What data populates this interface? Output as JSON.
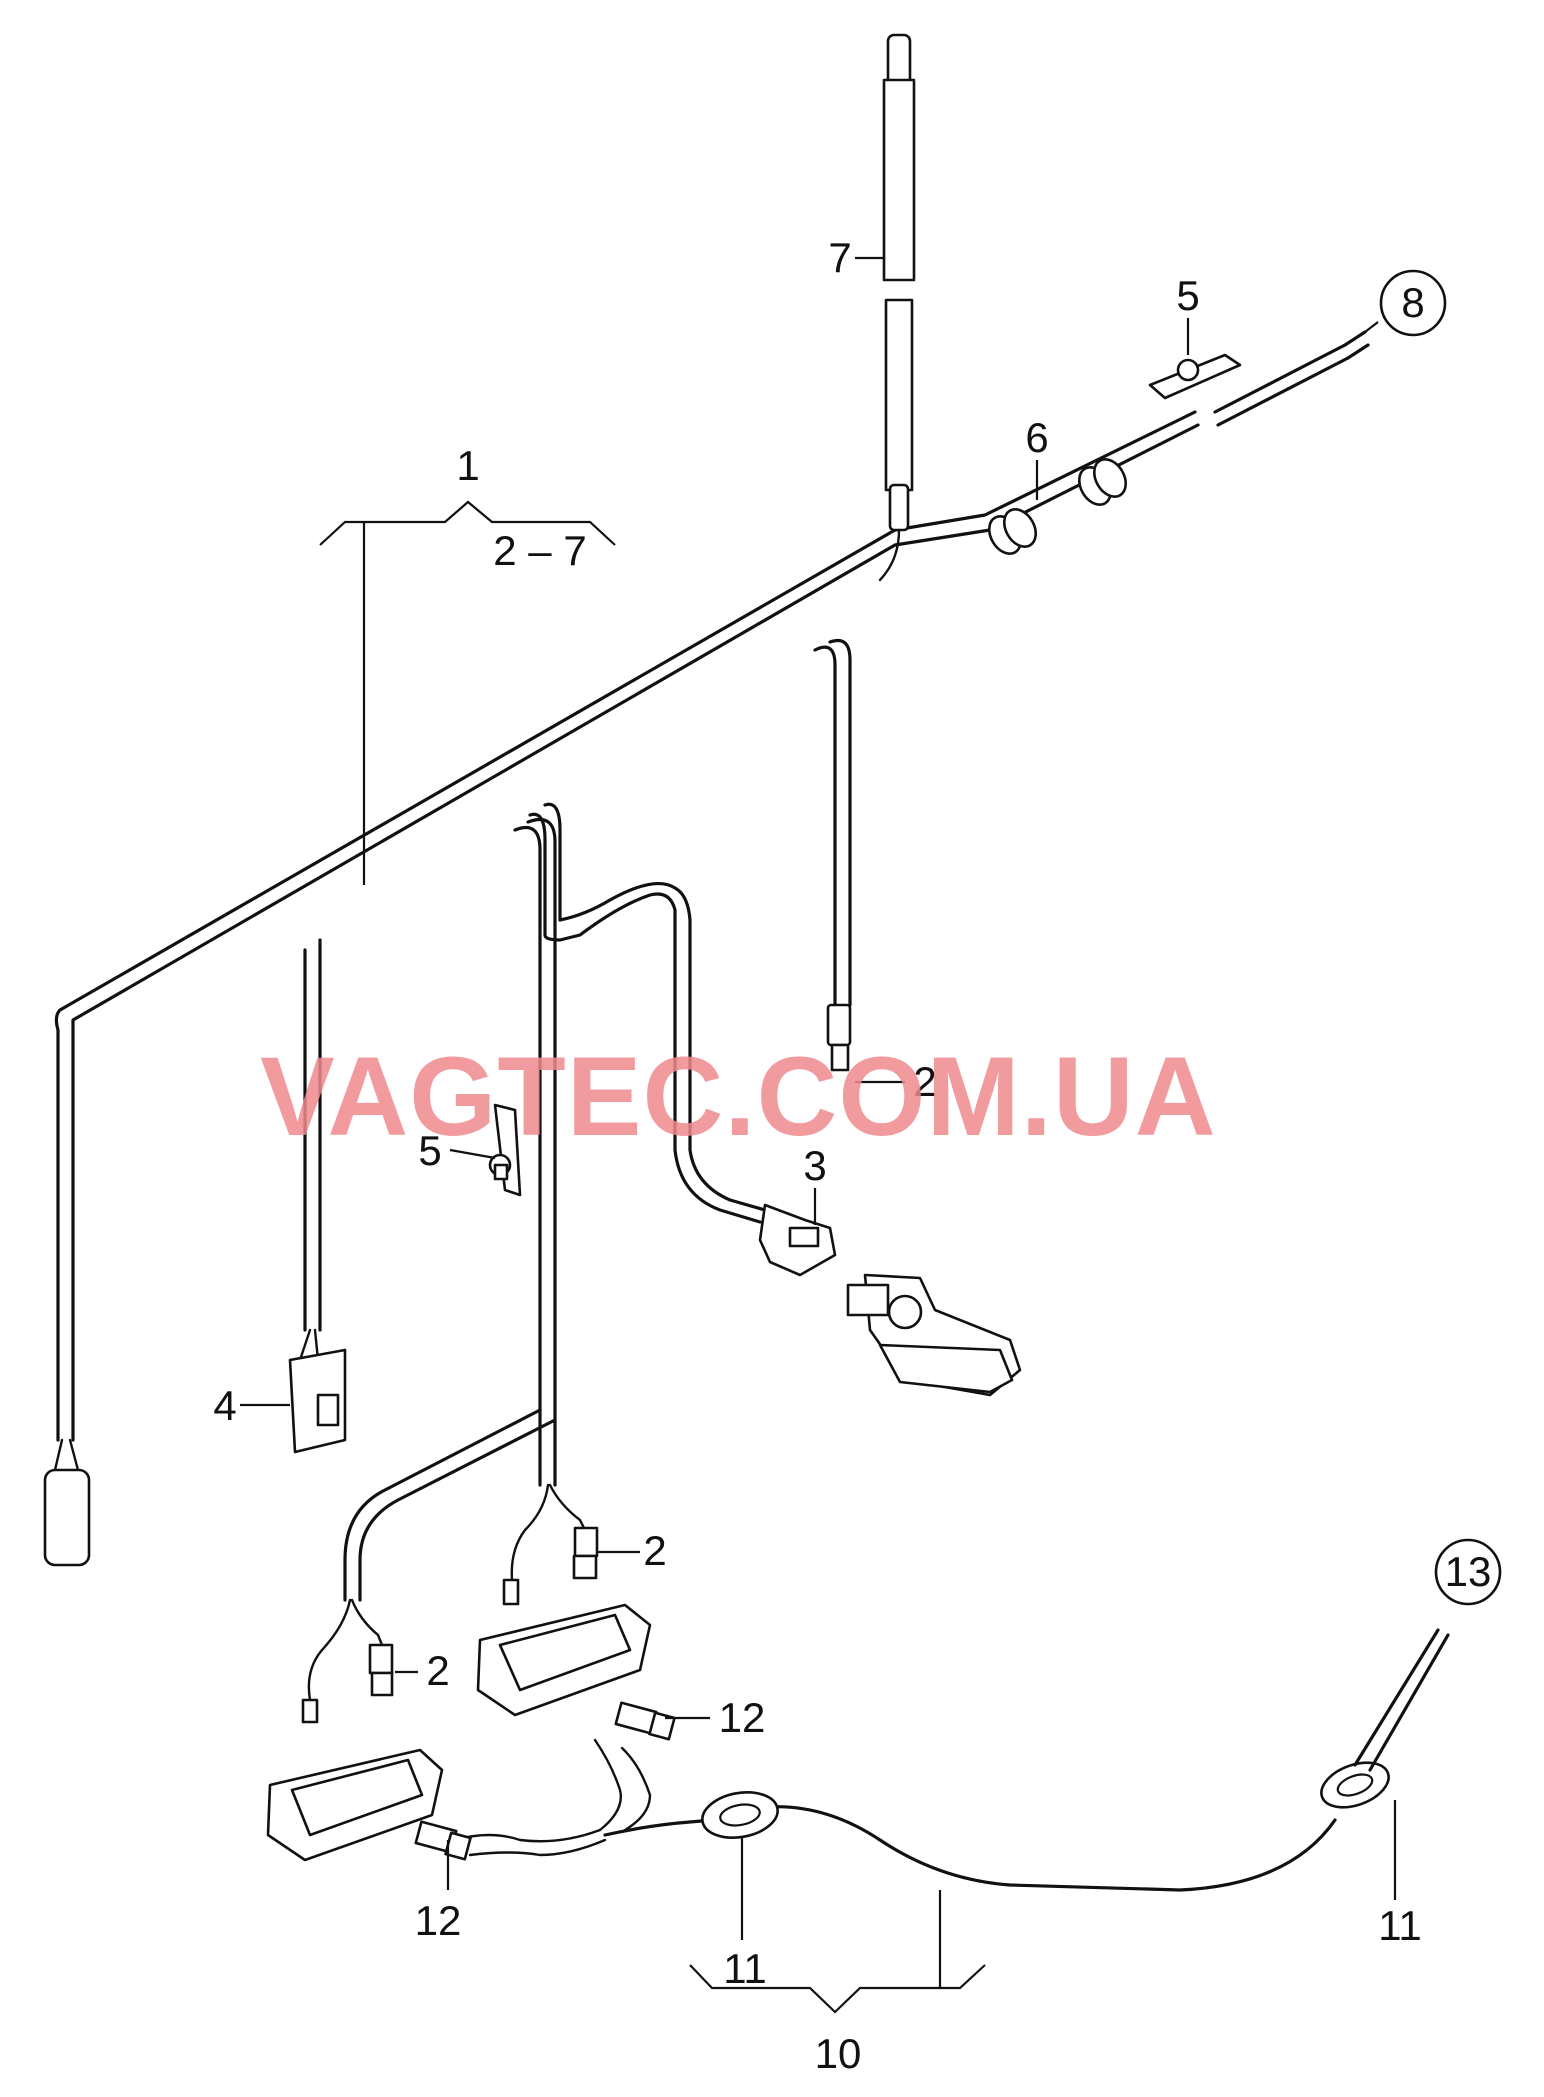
{
  "watermark": "VAGTEC.COM.UA",
  "callouts": {
    "c1": "1",
    "c1_range": "2 – 7",
    "c2a": "2",
    "c2b": "2",
    "c2c": "2",
    "c3": "3",
    "c4": "4",
    "c5a": "5",
    "c5b": "5",
    "c6": "6",
    "c7": "7",
    "c8": "8",
    "c10": "10",
    "c11a": "11",
    "c11b": "11",
    "c12a": "12",
    "c12b": "12",
    "c13": "13"
  },
  "colors": {
    "line": "#111111",
    "watermark": "#f08a8e",
    "background": "#ffffff"
  }
}
